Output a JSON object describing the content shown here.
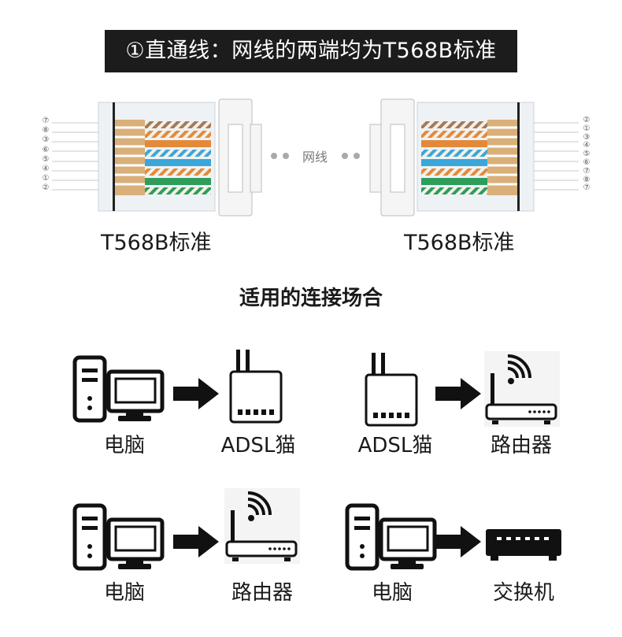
{
  "banner": {
    "title": "①直通线：网线的两端均为T568B标准"
  },
  "wiring": {
    "cable_label": "网线",
    "left_connector": {
      "label": "T568B标准",
      "pin_labels": [
        "⑦",
        "⑧",
        "③",
        "⑥",
        "⑤",
        "④",
        "①",
        "②"
      ]
    },
    "right_connector": {
      "label": "T568B标准",
      "pin_labels": [
        "②",
        "①",
        "③",
        "④",
        "⑤",
        "⑥",
        "⑦",
        "⑧",
        "⑦"
      ]
    },
    "colors": {
      "orange": "#e38a3a",
      "green": "#2e9d5a",
      "blue": "#3aa7d8",
      "brown": "#a57a5a",
      "tan": "#d9b07a"
    }
  },
  "section": {
    "title": "适用的连接场合"
  },
  "scenarios": [
    {
      "from": "电脑",
      "to": "ADSL猫",
      "from_icon": "computer-icon",
      "to_icon": "modem-icon"
    },
    {
      "from": "ADSL猫",
      "to": "路由器",
      "from_icon": "modem-icon",
      "to_icon": "router-icon"
    },
    {
      "from": "电脑",
      "to": "路由器",
      "from_icon": "computer-icon",
      "to_icon": "router-icon"
    },
    {
      "from": "电脑",
      "to": "交换机",
      "from_icon": "computer-icon",
      "to_icon": "switch-icon"
    }
  ]
}
